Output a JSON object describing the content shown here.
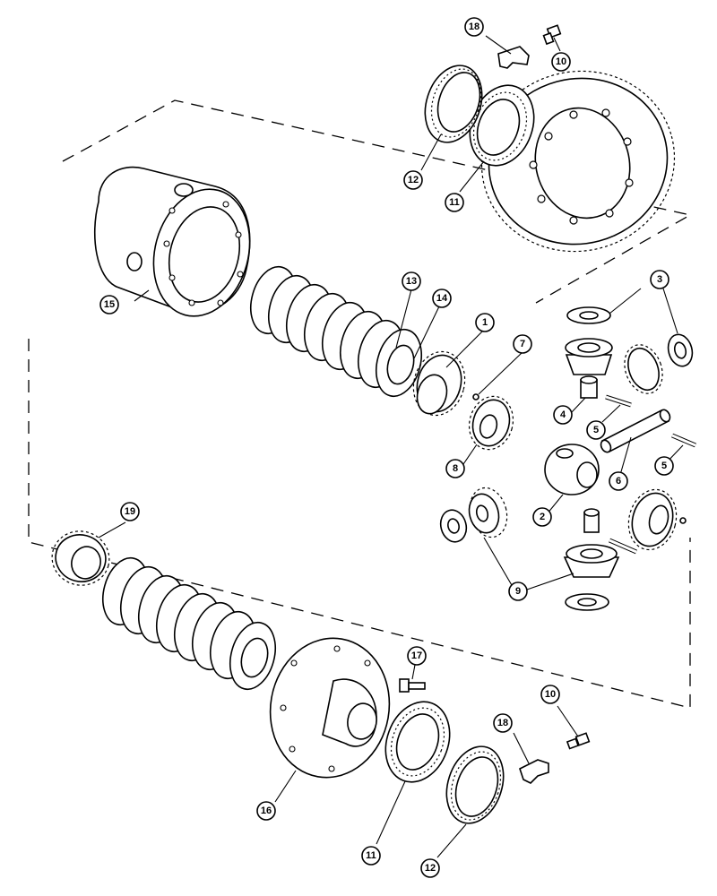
{
  "diagram": {
    "callouts": [
      {
        "id": "c-1",
        "label": "1"
      },
      {
        "id": "c-2",
        "label": "2"
      },
      {
        "id": "c-3",
        "label": "3"
      },
      {
        "id": "c-4",
        "label": "4"
      },
      {
        "id": "c-5a",
        "label": "5"
      },
      {
        "id": "c-5b",
        "label": "5"
      },
      {
        "id": "c-6",
        "label": "6"
      },
      {
        "id": "c-7",
        "label": "7"
      },
      {
        "id": "c-8",
        "label": "8"
      },
      {
        "id": "c-9",
        "label": "9"
      },
      {
        "id": "c-10a",
        "label": "10"
      },
      {
        "id": "c-10b",
        "label": "10"
      },
      {
        "id": "c-11a",
        "label": "11"
      },
      {
        "id": "c-11b",
        "label": "11"
      },
      {
        "id": "c-12a",
        "label": "12"
      },
      {
        "id": "c-12b",
        "label": "12"
      },
      {
        "id": "c-13",
        "label": "13"
      },
      {
        "id": "c-14",
        "label": "14"
      },
      {
        "id": "c-15",
        "label": "15"
      },
      {
        "id": "c-16",
        "label": "16"
      },
      {
        "id": "c-17",
        "label": "17"
      },
      {
        "id": "c-18a",
        "label": "18"
      },
      {
        "id": "c-18b",
        "label": "18"
      },
      {
        "id": "c-19",
        "label": "19"
      }
    ]
  }
}
